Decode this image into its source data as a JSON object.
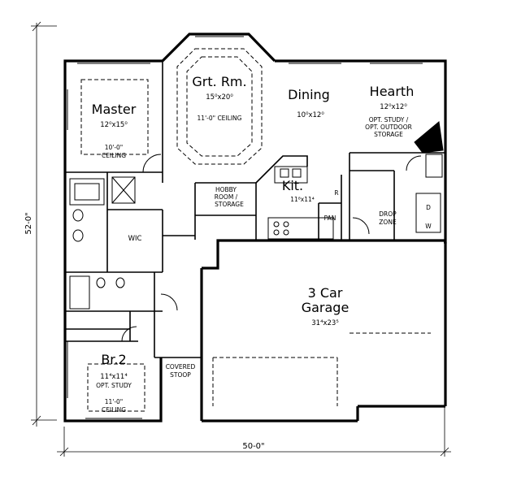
{
  "plan": {
    "rooms": {
      "great_room": {
        "name": "Grt. Rm.",
        "size": "15⁰x20⁰",
        "note": "11'-0\" CEILING"
      },
      "dining": {
        "name": "Dining",
        "size": "10⁰x12⁰"
      },
      "hearth": {
        "name": "Hearth",
        "size": "12⁰x12⁰",
        "note1": "OPT. STUDY /",
        "note2": "OPT. OUTDOOR",
        "note3": "STORAGE"
      },
      "master": {
        "name": "Master",
        "size": "12⁰x15⁰",
        "note1": "10'-0\"",
        "note2": "CEILING"
      },
      "kitchen": {
        "name": "Kit.",
        "size": "11⁸x11⁴"
      },
      "hobby": {
        "line1": "HOBBY",
        "line2": "ROOM /",
        "line3": "STORAGE"
      },
      "pantry": {
        "name": "PAN"
      },
      "refrigerator": {
        "name": "R"
      },
      "drop_zone": {
        "line1": "DROP",
        "line2": "ZONE"
      },
      "washer": {
        "name": "W"
      },
      "dryer": {
        "name": "D"
      },
      "wic": {
        "name": "WIC"
      },
      "garage": {
        "line1": "3 Car",
        "line2": "Garage",
        "size": "31⁴x23⁵"
      },
      "bedroom2": {
        "name": "Br.2",
        "size": "11⁴x11⁴",
        "note": "OPT. STUDY",
        "note2": "11'-0\"",
        "note3": "CEILING"
      },
      "stoop": {
        "line1": "COVERED",
        "line2": "STOOP"
      }
    },
    "dimensions": {
      "width": "50-0\"",
      "depth": "52-0\""
    }
  }
}
